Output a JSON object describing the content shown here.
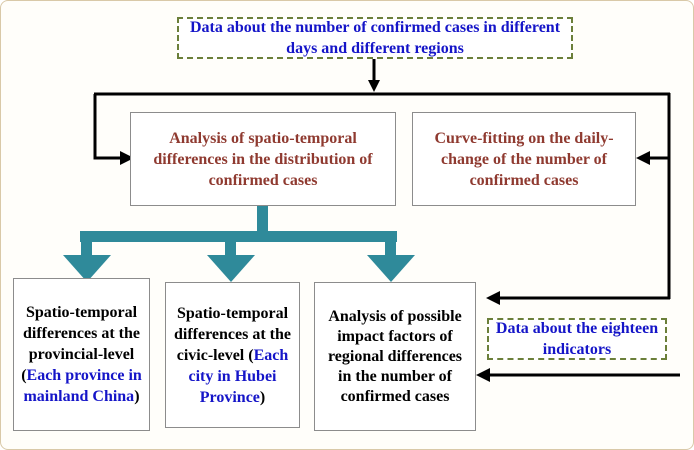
{
  "nodes": {
    "data_cases": {
      "text": "Data about the number of confirmed cases in different days and different regions"
    },
    "analysis_spatiotemporal": {
      "text": "Analysis of spatio-temporal differences in the distribution of confirmed cases"
    },
    "curve_fitting": {
      "text": "Curve-fitting on the daily-change of the number of confirmed cases"
    },
    "provincial": {
      "main": "Spatio-temporal differences at the provincial-level",
      "paren_open": "(",
      "note": "Each province in mainland China",
      "paren_close": ")"
    },
    "civic": {
      "main": "Spatio-temporal differences at the civic-level",
      "paren_open": "(",
      "note": "Each city in Hubei Province",
      "paren_close": ")"
    },
    "impact_factors": {
      "text": "Analysis of possible impact factors of regional differences in the number of confirmed cases"
    },
    "data_indicators": {
      "text": "Data about the eighteen indicators"
    }
  },
  "colors": {
    "blue_text": "#1515c8",
    "red_text": "#8f3a30",
    "teal_arrow": "#2f8a9a",
    "dashed_border": "#6b7f3a",
    "line": "#000000"
  }
}
